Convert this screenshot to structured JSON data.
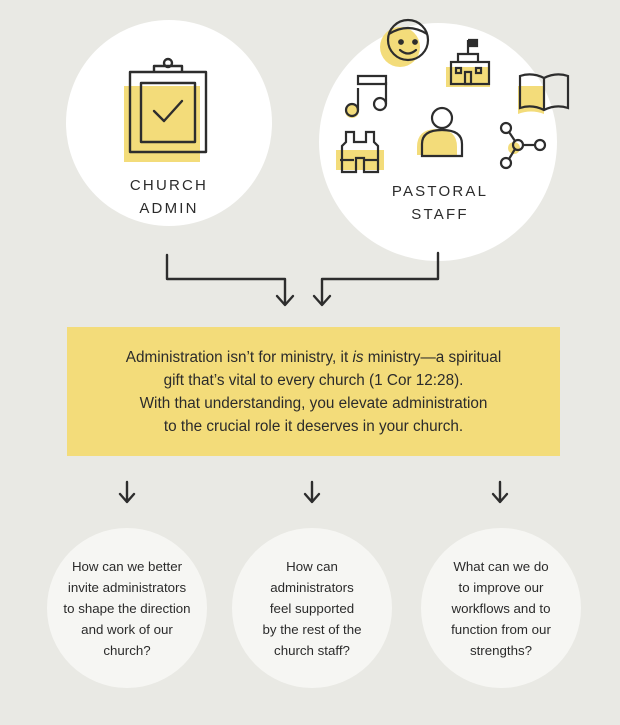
{
  "colors": {
    "background": "#e9e9e4",
    "circle": "#ffffff",
    "accent_yellow": "#f3dc7a",
    "line": "#2d2d2d"
  },
  "circles": {
    "admin": {
      "label_line1": "CHURCH",
      "label_line2": "ADMIN",
      "icon": "clipboard-check-icon"
    },
    "pastoral": {
      "label_line1": "PASTORAL",
      "label_line2": "STAFF",
      "icons": [
        "smiley-face-icon",
        "church-building-icon",
        "music-note-icon",
        "open-book-icon",
        "person-icon",
        "binoculars-icon",
        "network-nodes-icon"
      ]
    }
  },
  "callout": {
    "line1_before": "Administration isn’t for ministry, it ",
    "line1_em": "is",
    "line1_after": " ministry—a spiritual",
    "line2": "gift that’s vital to every church (1 Cor 12:28).",
    "line3": "With that understanding, you elevate administration",
    "line4": "to the crucial role it deserves in your church."
  },
  "questions": [
    {
      "lines": [
        "How can we better",
        "invite administrators",
        "to shape the direction",
        "and work of our",
        "church?"
      ]
    },
    {
      "lines": [
        "How can",
        "administrators",
        "feel supported",
        "by the rest of the",
        "church staff?"
      ]
    },
    {
      "lines": [
        "What can we do",
        "to improve our",
        "workflows and to",
        "function from our",
        "strengths?"
      ]
    }
  ]
}
